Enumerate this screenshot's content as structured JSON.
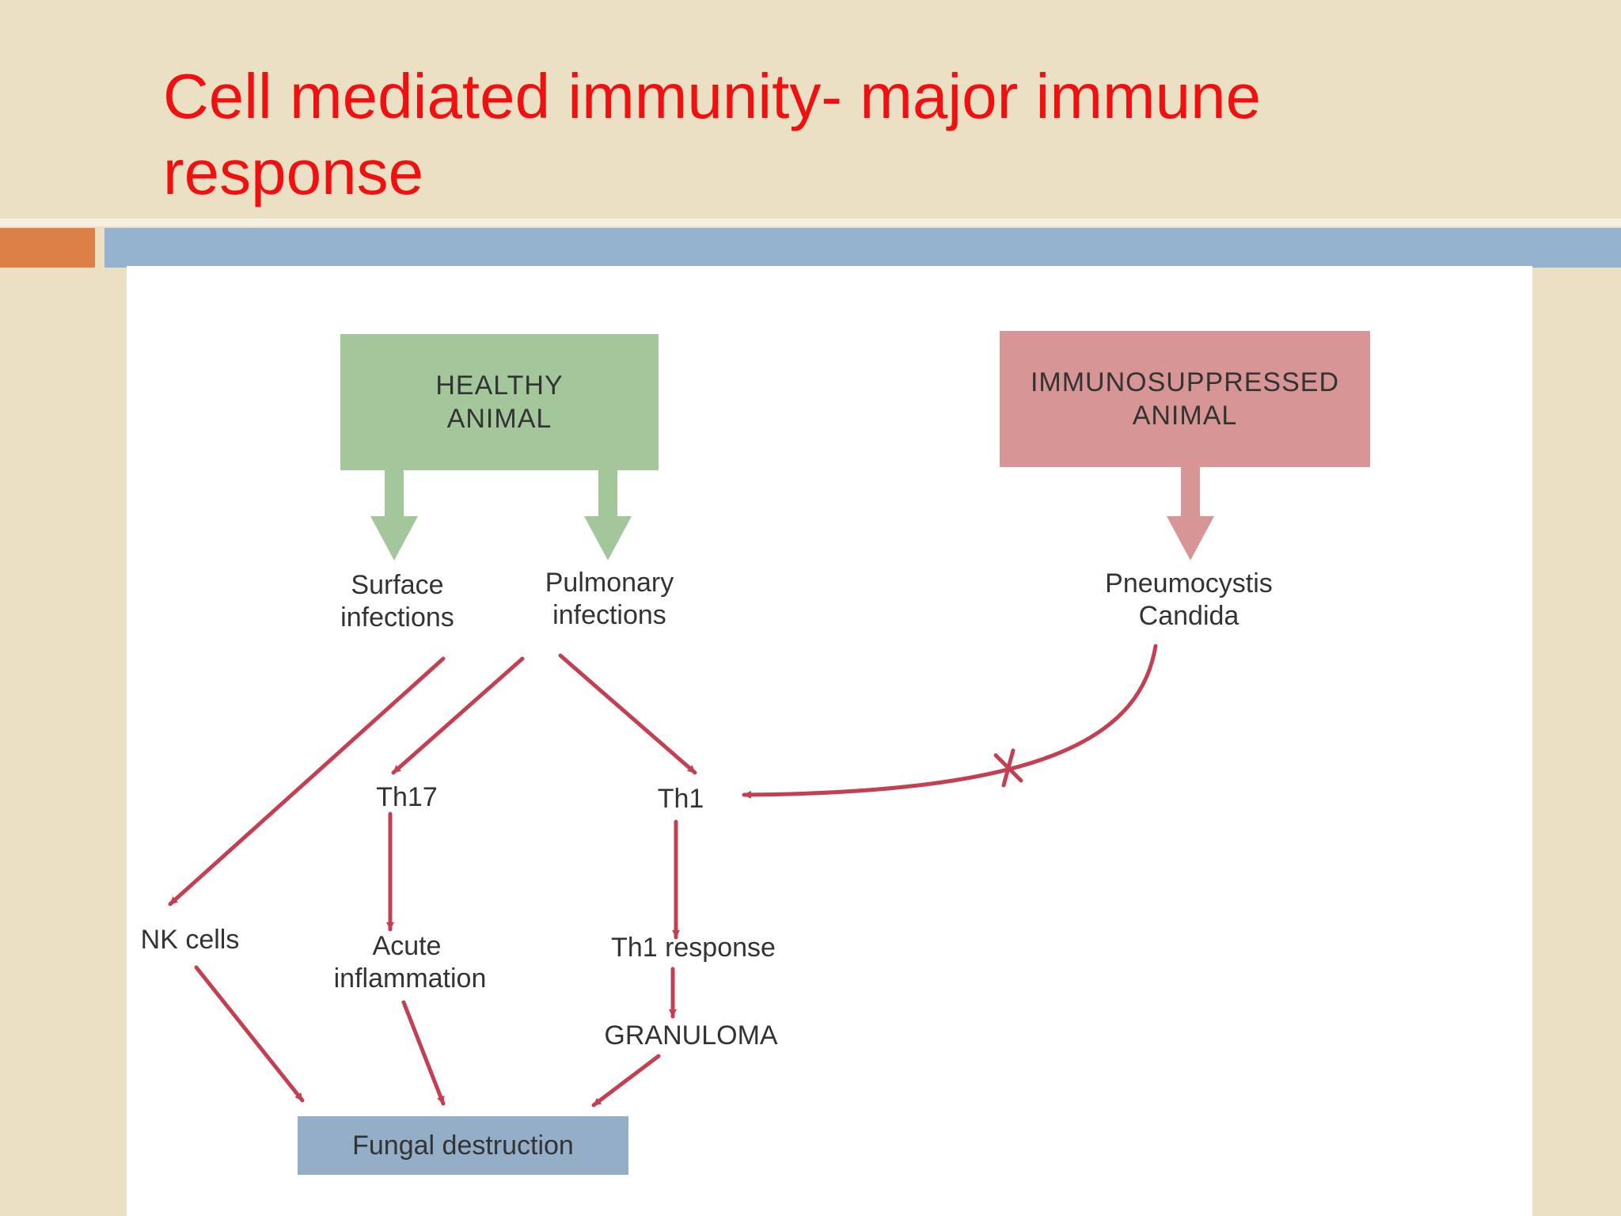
{
  "slide": {
    "title_line1": "Cell mediated immunity- major immune",
    "title_line2": "response",
    "title_color": "#f01010"
  },
  "diagram": {
    "healthy": {
      "line1": "HEALTHY",
      "line2": "ANIMAL",
      "color": "#a3c79a"
    },
    "immunosuppressed": {
      "line1": "IMMUNOSUPPRESSED",
      "line2": "ANIMAL",
      "color": "#d89596"
    },
    "surface": {
      "line1": "Surface",
      "line2": "infections"
    },
    "pulmonary": {
      "line1": "Pulmonary",
      "line2": "infections"
    },
    "pathogens": {
      "line1": "Pneumocystis",
      "line2": "Candida"
    },
    "th17": "Th17",
    "th1": "Th1",
    "nk_cells": "NK cells",
    "acute": {
      "line1": "Acute",
      "line2": "inflammation"
    },
    "th1_response": "Th1 response",
    "granuloma": "GRANULOMA",
    "fungal_destruction": {
      "label": "Fungal destruction",
      "color": "#95aec8"
    },
    "arrow_color": "#c33f52"
  }
}
